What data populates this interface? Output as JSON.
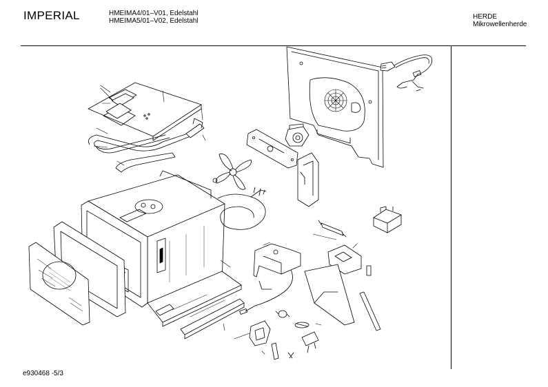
{
  "header": {
    "brand": "IMPERIAL",
    "model_line_1": "HMEIMA4/01–V01, Edelstahl",
    "model_line_2": "HMEIMA5/01–V02, Edelstahl",
    "category_line_1": "HERDE",
    "category_line_2": "Mikrowellenherde"
  },
  "footer": {
    "drawing_code": "e930468  -5/3"
  }
}
